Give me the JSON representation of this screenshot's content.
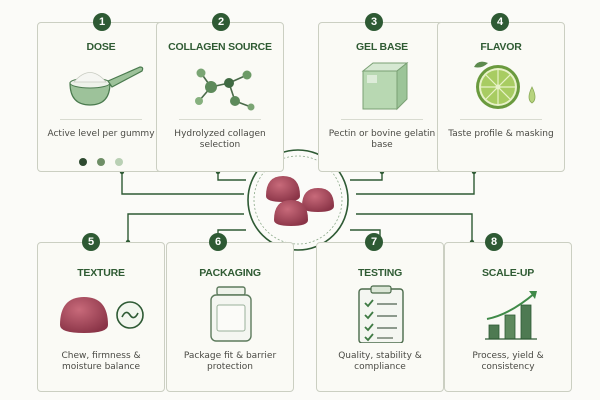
{
  "center": {
    "icon": "gummy-cluster-icon"
  },
  "colors": {
    "accent": "#2e5a34",
    "gummy": "#a8485a",
    "leaf": "#6a9a5a"
  },
  "cards": [
    {
      "number": "1",
      "title": "DOSE",
      "description": "Active level per gummy",
      "icon": "scoop-powder-icon",
      "dot_colors": [
        "#2e4a30",
        "#6e8e66",
        "#b9d0b4"
      ]
    },
    {
      "number": "2",
      "title": "COLLAGEN SOURCE",
      "description": "Hydrolyzed collagen selection",
      "icon": "molecule-icon"
    },
    {
      "number": "3",
      "title": "GEL BASE",
      "description": "Pectin or bovine gelatin base",
      "icon": "gel-cube-icon"
    },
    {
      "number": "4",
      "title": "FLAVOR",
      "description": "Taste profile & masking",
      "icon": "lime-drop-icon"
    },
    {
      "number": "5",
      "title": "TEXTURE",
      "description": "Chew, firmness & moisture balance",
      "icon": "gummy-wave-icon"
    },
    {
      "number": "6",
      "title": "PACKAGING",
      "description": "Package fit & barrier protection",
      "icon": "jar-icon"
    },
    {
      "number": "7",
      "title": "TESTING",
      "description": "Quality, stability & compliance",
      "icon": "clipboard-checklist-icon"
    },
    {
      "number": "8",
      "title": "SCALE-UP",
      "description": "Process, yield & consistency",
      "icon": "growth-chart-icon"
    }
  ]
}
